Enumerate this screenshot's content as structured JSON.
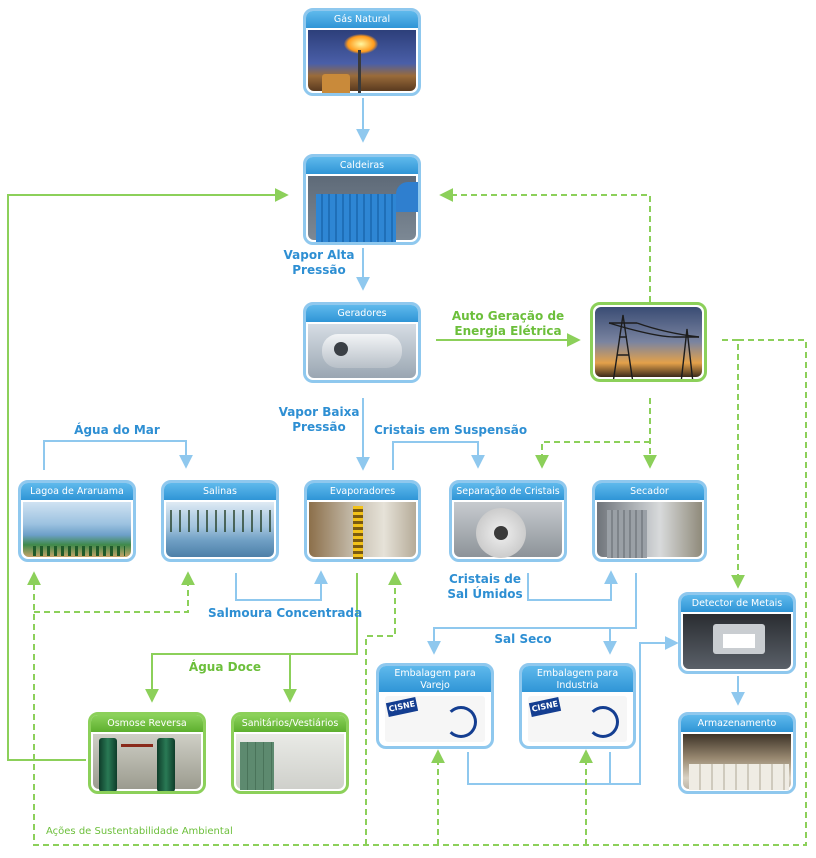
{
  "nodes": {
    "gas_natural": {
      "title": "Gás Natural"
    },
    "caldeiras": {
      "title": "Caldeiras"
    },
    "geradores": {
      "title": "Geradores"
    },
    "energia": {
      "title": ""
    },
    "lagoa": {
      "title": "Lagoa de Araruama"
    },
    "salinas": {
      "title": "Salinas"
    },
    "evaporadores": {
      "title": "Evaporadores"
    },
    "separacao": {
      "title": "Separação de Cristais"
    },
    "secador": {
      "title": "Secador"
    },
    "detector": {
      "title": "Detector de Metais"
    },
    "embalagem_varejo": {
      "title": "Embalagem para\nVarejo"
    },
    "embalagem_industria": {
      "title": "Embalagem para\nIndustria"
    },
    "osmose": {
      "title": "Osmose Reversa"
    },
    "sanitarios": {
      "title": "Sanitários/Vestiários"
    },
    "armazenamento": {
      "title": "Armazenamento"
    }
  },
  "labels": {
    "vapor_alta": "Vapor Alta\nPressão",
    "auto_geracao": "Auto Geração de\nEnergia Elétrica",
    "vapor_baixa": "Vapor Baixa\nPressão",
    "cristais_suspensao": "Cristais em Suspensão",
    "agua_mar": "Água do Mar",
    "salmoura": "Salmoura Concentrada",
    "cristais_sal": "Cristais de\nSal Úmidos",
    "sal_seco": "Sal Seco",
    "agua_doce": "Água Doce",
    "sustentabilidade": "Ações de Sustentabilidade Ambiental"
  },
  "brand": "CISNE",
  "colors": {
    "blue_flow": "#8fc8ee",
    "green_flow": "#8cd05a",
    "blue_text": "#2e8fd3",
    "green_text": "#6cbf3b"
  }
}
